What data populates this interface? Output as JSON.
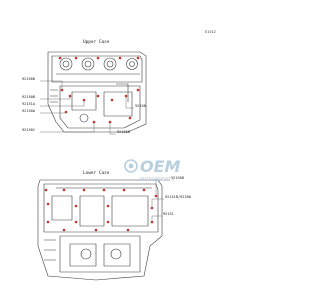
{
  "page_code": "E1512",
  "upper_case": {
    "title": "Upper Case",
    "callouts": [
      "92150B",
      "92150B",
      "92151A",
      "92150A",
      "92150C",
      "92150",
      "92150B"
    ]
  },
  "lower_case": {
    "title": "Lower Case",
    "callouts": [
      "92150D",
      "92151B/92200",
      "92151"
    ]
  },
  "watermark": {
    "brand": "OEM",
    "tagline": "MOTORPARTS"
  },
  "colors": {
    "line": "#3a3a3a",
    "bolt": "#c0392b",
    "watermark": "#b8cfe0"
  }
}
